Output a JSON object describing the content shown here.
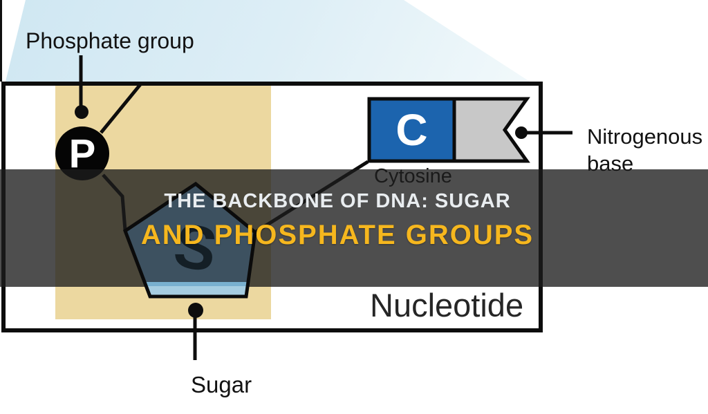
{
  "banner": {
    "line1": "THE BACKBONE OF DNA: SUGAR",
    "line2": "AND PHOSPHATE GROUPS"
  },
  "diagram": {
    "phosphate_label": "Phosphate group",
    "phosphate_symbol": "P",
    "sugar_label": "Sugar",
    "sugar_symbol": "S",
    "base_letter": "C",
    "base_name": "Cytosine",
    "nitrogenous_label": "Nitrogenous base",
    "nucleotide_label": "Nucleotide"
  },
  "colors": {
    "tan_band": "#ecd8a0",
    "flag_blue": "#1c64ae",
    "ribbon_gray": "#c8c8c8",
    "pentagon_slate": "#3d5160",
    "sugar_blue_top": "#79b0cf",
    "sugar_blue_bottom": "#a6cde1",
    "banner_yellow": "#f6b71e",
    "banner_white": "#e9edf0",
    "line_black": "#0d0d0d"
  }
}
